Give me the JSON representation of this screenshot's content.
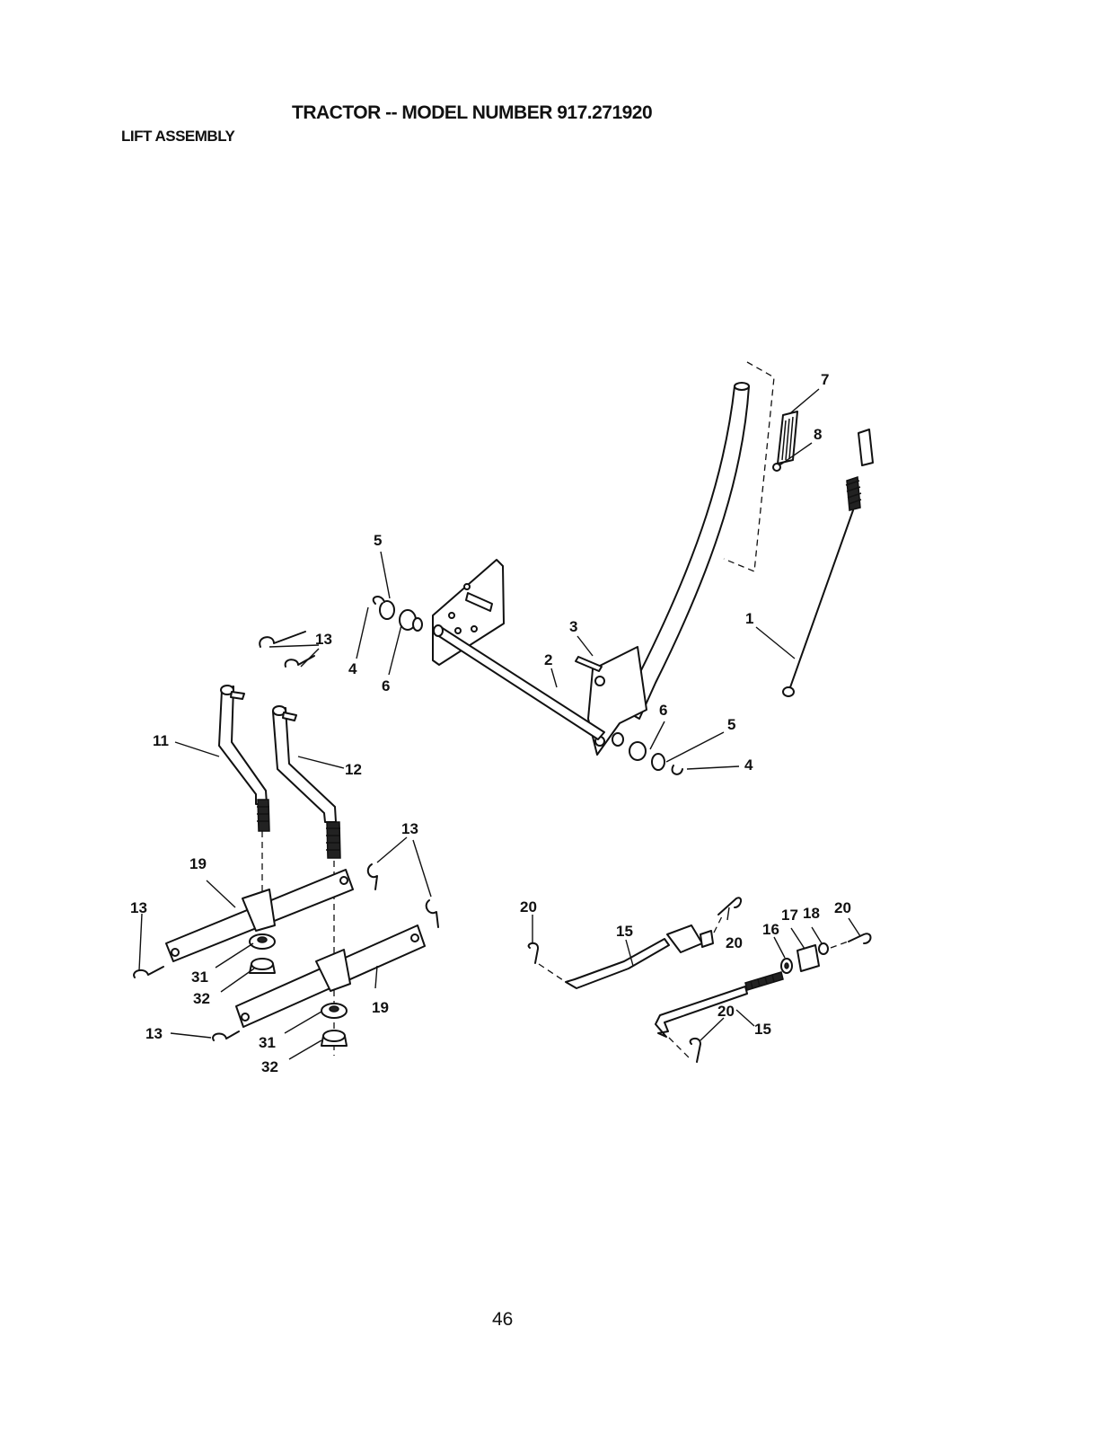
{
  "header": {
    "title": "TRACTOR -- MODEL NUMBER 917.271920",
    "subtitle": "LIFT ASSEMBLY"
  },
  "callouts": {
    "c1": "1",
    "c2": "2",
    "c3": "3",
    "c4a": "4",
    "c4b": "4",
    "c5a": "5",
    "c5b": "5",
    "c6a": "6",
    "c6b": "6",
    "c7": "7",
    "c8": "8",
    "c11": "11",
    "c12": "12",
    "c13a": "13",
    "c13b": "13",
    "c13c": "13",
    "c13d": "13",
    "c15a": "15",
    "c15b": "15",
    "c16": "16",
    "c17": "17",
    "c18": "18",
    "c19a": "19",
    "c19b": "19",
    "c20a": "20",
    "c20b": "20",
    "c20c": "20",
    "c20d": "20",
    "c31a": "31",
    "c31b": "31",
    "c32a": "32",
    "c32b": "32"
  },
  "footer": {
    "page_number": "46"
  }
}
